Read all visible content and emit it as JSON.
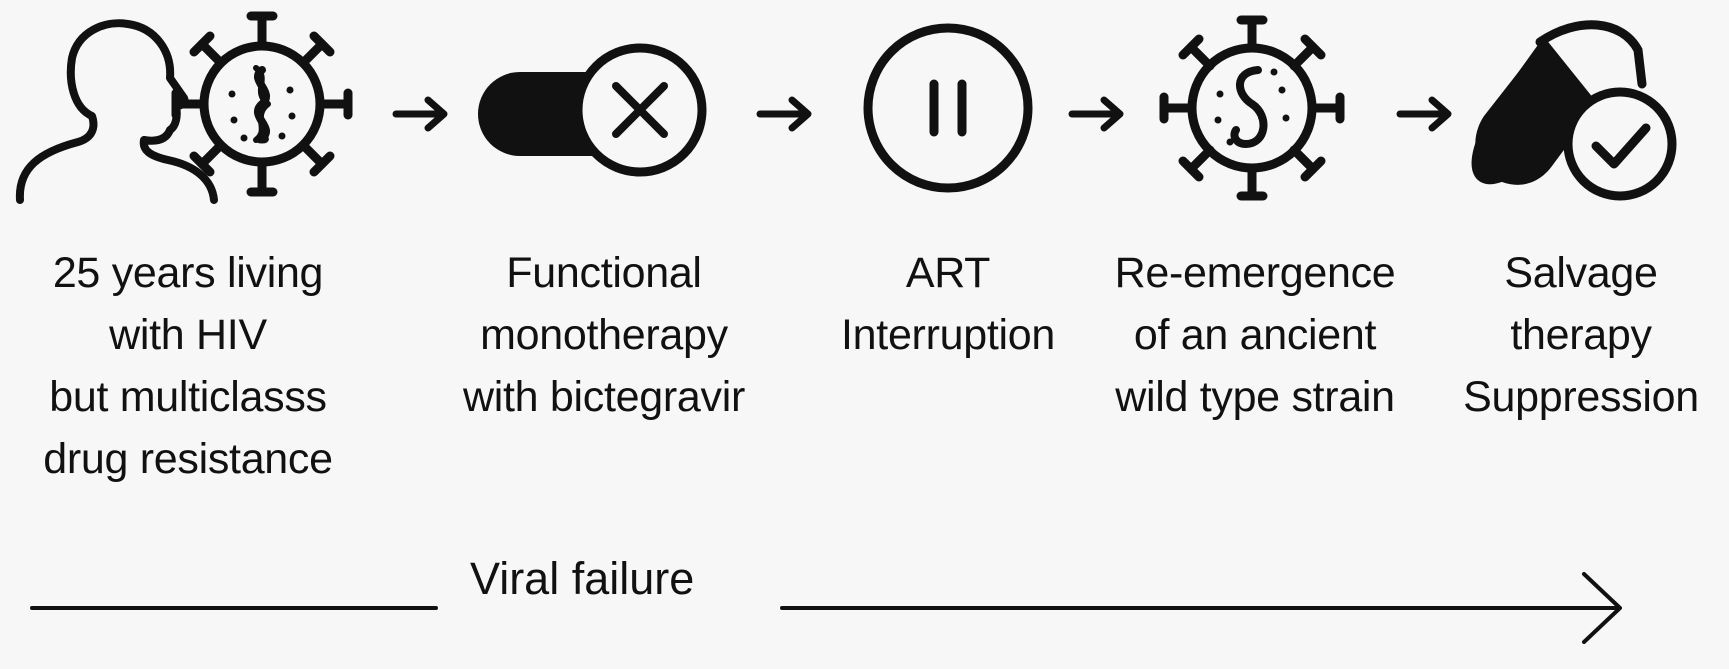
{
  "steps": [
    {
      "icon": "person-with-virus-icon",
      "lines": [
        "25 years living",
        "with HIV",
        "but multiclasss",
        "drug resistance"
      ]
    },
    {
      "icon": "pill-with-cross-icon",
      "lines": [
        "Functional",
        "monotherapy",
        "with bictegravir"
      ]
    },
    {
      "icon": "pause-icon",
      "lines": [
        "ART",
        "Interruption"
      ]
    },
    {
      "icon": "virus-icon",
      "lines": [
        "Re-emergence",
        "of an ancient",
        "wild type strain"
      ]
    },
    {
      "icon": "pill-with-check-icon",
      "lines": [
        "Salvage",
        "therapy",
        "Suppression"
      ]
    }
  ],
  "timeline": {
    "label": "Viral failure"
  }
}
